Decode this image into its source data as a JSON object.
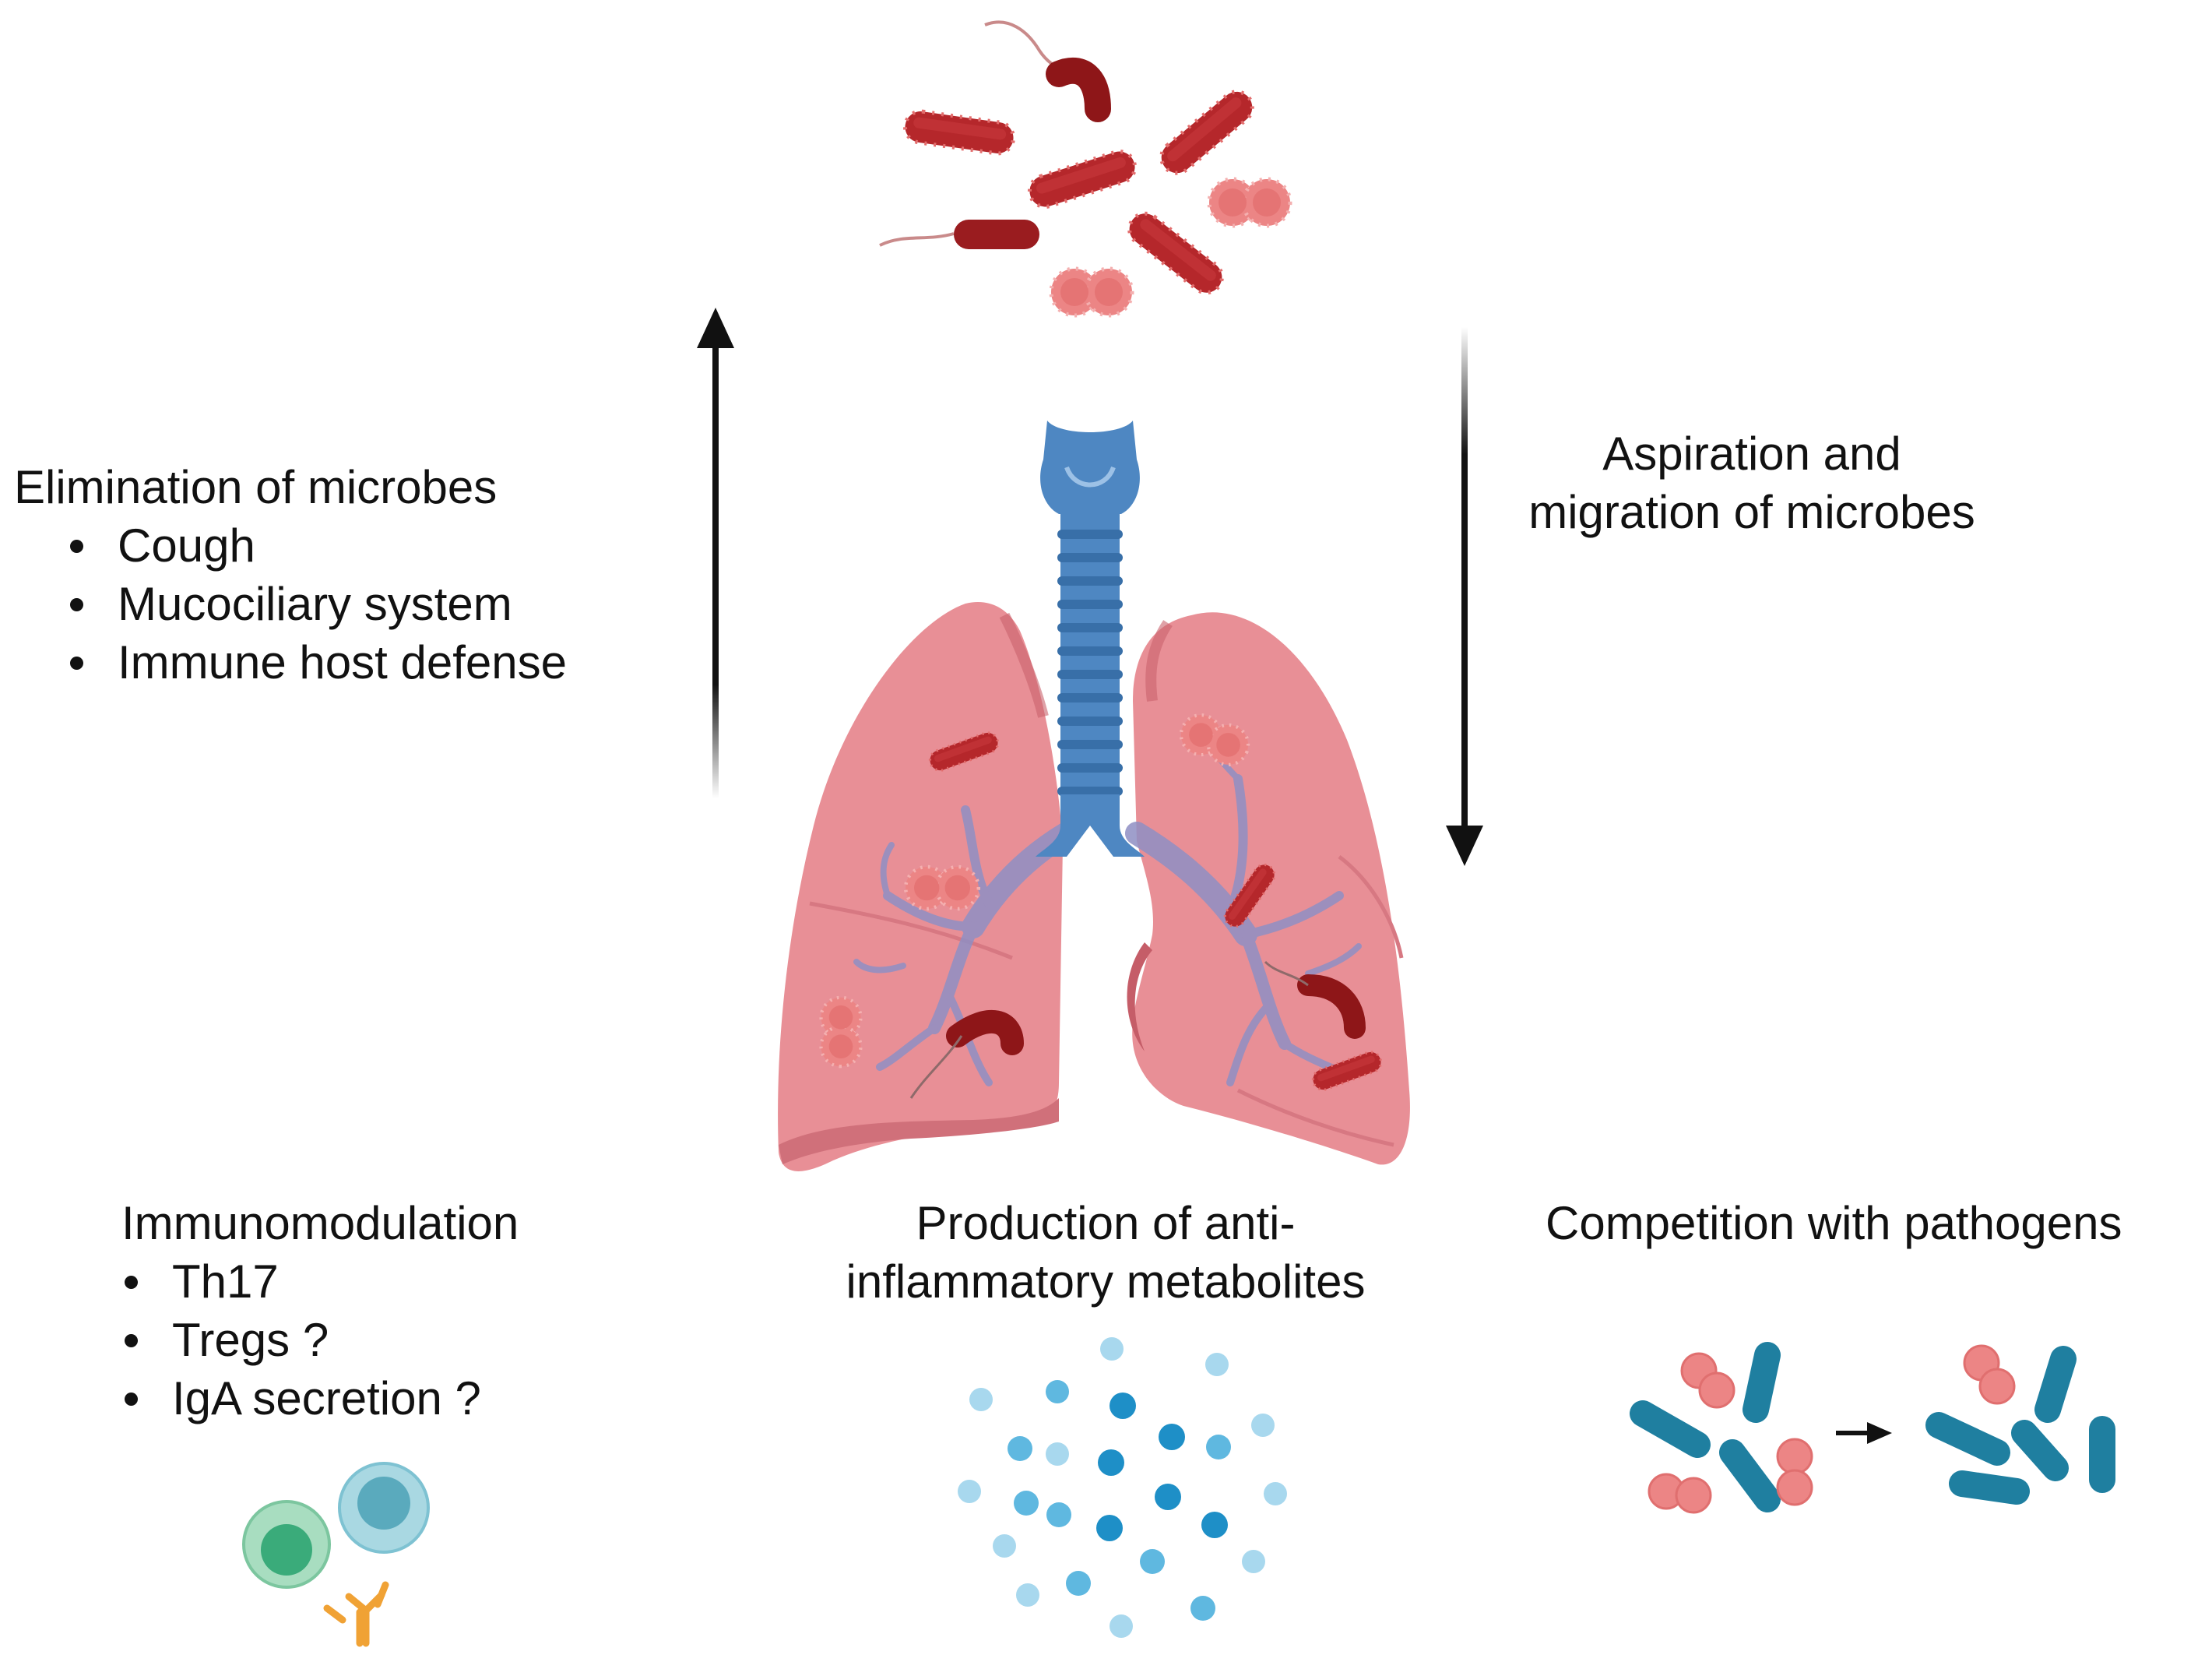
{
  "elimination": {
    "title": "Elimination of microbes",
    "items": [
      "Cough",
      "Mucociliary system",
      "Immune host defense"
    ]
  },
  "aspiration": {
    "line1": "Aspiration and",
    "line2": "migration of microbes"
  },
  "immunomodulation": {
    "title": "Immunomodulation",
    "items": [
      "Th17",
      "Tregs ?",
      "IgA secretion ?"
    ]
  },
  "metabolites": {
    "line1": "Production of anti-",
    "line2": "inflammatory metabolites"
  },
  "competition": {
    "title": "Competition with pathogens"
  },
  "icons": {
    "bacteria_cluster": "bacteria-cluster-icon",
    "lungs": "lungs-icon",
    "immune_cells": "immune-cells-icon",
    "antibody": "antibody-icon",
    "metabolites": "metabolite-dots-icon",
    "competition": "bacteria-competition-icon"
  },
  "colors": {
    "rod_bacteria": "#b5272b",
    "coccus": "#e98080",
    "lung": "#e88f96",
    "trachea": "#4e87c2",
    "blue_bacteria": "#1f7fa0",
    "arrow": "#111111"
  }
}
